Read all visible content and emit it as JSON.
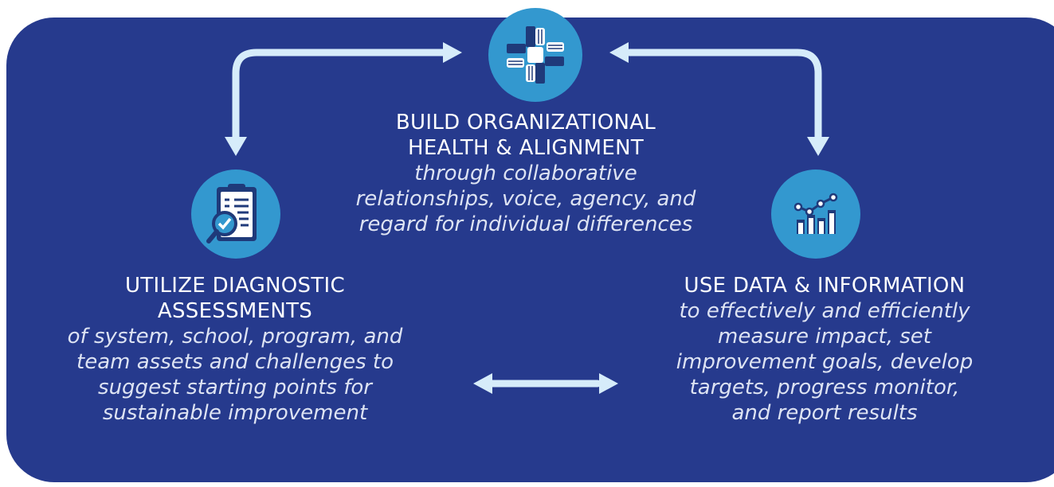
{
  "colors": {
    "panel": "#263a8d",
    "circle": "#3398cf",
    "arrow": "#d6ecfa",
    "accent": "#2fb3de"
  },
  "nodes": {
    "top": {
      "icon": "hands-together-icon",
      "heading_line1": "BUILD ORGANIZATIONAL",
      "heading_line2": "HEALTH & ALIGNMENT",
      "sub_line1": "through collaborative",
      "sub_line2": "relationships, voice, agency, and",
      "sub_line3": "regard for individual differences"
    },
    "left": {
      "icon": "clipboard-magnifier-icon",
      "heading_line1": "UTILIZE DIAGNOSTIC",
      "heading_line2": "ASSESSMENTS",
      "sub_line1": "of system, school, program, and",
      "sub_line2": "team assets and challenges to",
      "sub_line3": "suggest starting points for",
      "sub_line4": "sustainable improvement"
    },
    "right": {
      "icon": "chart-growth-icon",
      "heading_line1": "USE DATA & INFORMATION",
      "sub_line1": "to effectively and efficiently",
      "sub_line2": "measure impact, set",
      "sub_line3": "improvement goals, develop",
      "sub_line4": "targets, progress monitor,",
      "sub_line5": "and report results"
    }
  }
}
